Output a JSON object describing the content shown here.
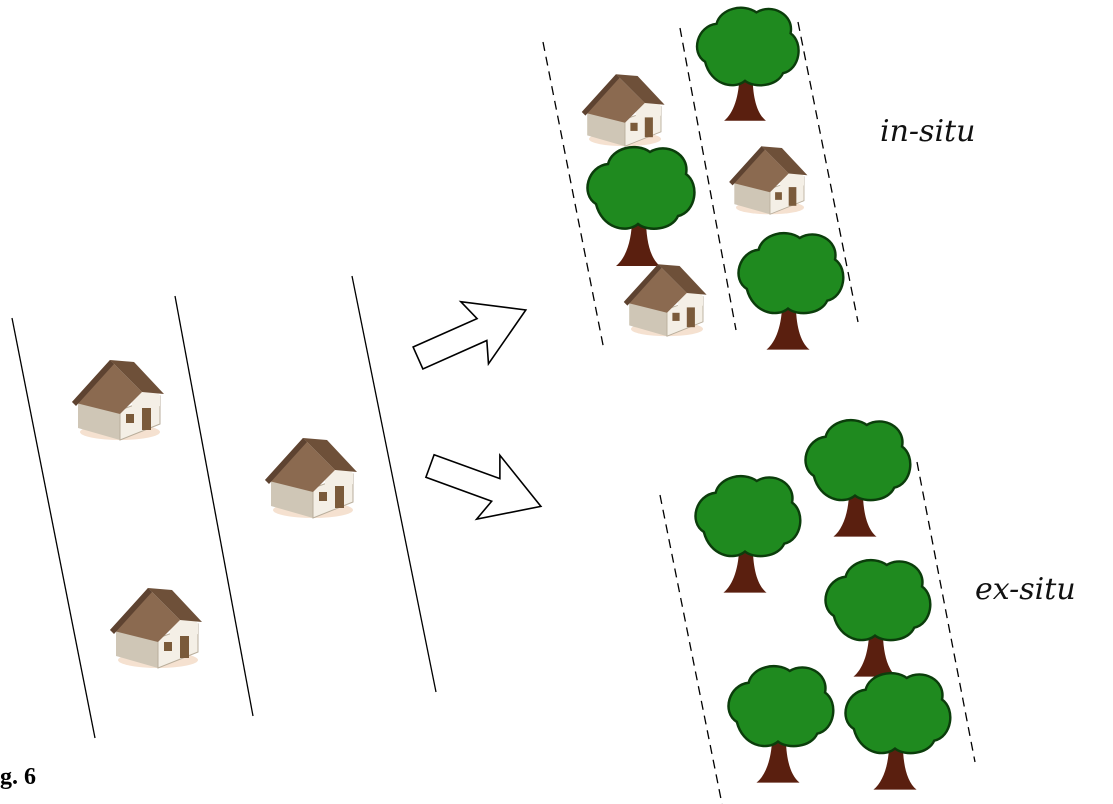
{
  "figure_label": "g. 6",
  "labels": {
    "in_situ": "in-situ",
    "ex_situ": "ex-situ"
  },
  "icons": {
    "house": "house-icon",
    "tree": "tree-icon",
    "arrow": "arrow-icon"
  },
  "colors": {
    "roof": "#8b6a50",
    "roof_dark": "#5e4331",
    "wall": "#f4efe6",
    "wall_shade": "#cfc6b6",
    "door": "#7a5a3a",
    "foliage": "#1f8a1f",
    "foliage_outline": "#0b3d0b",
    "trunk": "#5a1f0f",
    "line": "#000000"
  }
}
